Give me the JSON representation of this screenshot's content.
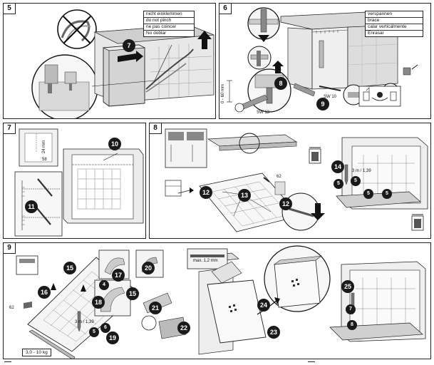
{
  "panels": [
    {
      "number": "5"
    },
    {
      "number": "6"
    },
    {
      "number": "7"
    },
    {
      "number": "8"
    },
    {
      "number": "9"
    }
  ],
  "panel5": {
    "callouts": [
      "7"
    ],
    "warning_labels": [
      "nicht einklemmen",
      "do not pinch",
      "ne pas coincer",
      "No doblar"
    ]
  },
  "panel6": {
    "callouts": [
      "8",
      "9"
    ],
    "labels": [
      "verspannen",
      "brace",
      "calar verticalmente",
      "Enrasar"
    ],
    "measurement": "0 - 60 mm",
    "wrench_sizes": [
      "SW 10",
      "SW 13"
    ]
  },
  "panel7": {
    "callouts": [
      "10",
      "11"
    ],
    "measurements": [
      "24 mm",
      "58"
    ]
  },
  "panel8": {
    "callouts": [
      "12",
      "13",
      "12",
      "14"
    ],
    "small_callouts": [
      "5",
      "5",
      "5",
      "5"
    ],
    "measurements": [
      "3 m / 1,39",
      "62"
    ]
  },
  "panel9": {
    "callouts": [
      "15",
      "16",
      "17",
      "18",
      "15",
      "19",
      "20",
      "21",
      "22",
      "23",
      "24",
      "25"
    ],
    "small_callouts": [
      "4",
      "5",
      "6",
      "7",
      "8"
    ],
    "measurements": [
      "max. 1,2 mm",
      "3 m / 1,39",
      "62"
    ],
    "weight": "3,0 - 10 kg"
  },
  "colors": {
    "ink": "#1a1a1a",
    "line": "#222222",
    "shade": "#bdbdbd",
    "light": "#e6e6e6"
  }
}
